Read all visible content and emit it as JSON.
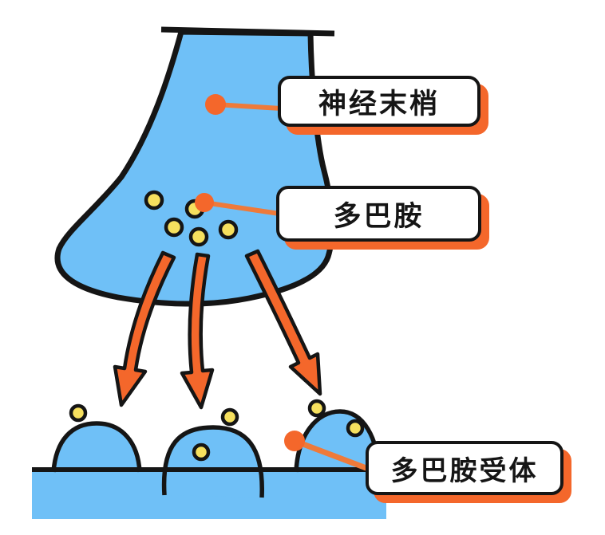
{
  "diagram": {
    "title": "dopamine-synapse-illustration",
    "labels": {
      "nerve_terminal": "神经末梢",
      "dopamine": "多巴胺",
      "dopamine_receptor": "多巴胺受体"
    },
    "colors": {
      "membrane_blue": "#6FC0F7",
      "accent_orange": "#F4672B",
      "leader_orange": "#EE7A3A",
      "vesicle_yellow": "#F6E05E",
      "outline_black": "#151515",
      "background": "#FFFFFF"
    },
    "counts": {
      "dopamine_dots_in_terminal": 5,
      "dopamine_dots_near_receptors": 5,
      "release_arrows": 3,
      "receptor_domes": 3
    }
  }
}
